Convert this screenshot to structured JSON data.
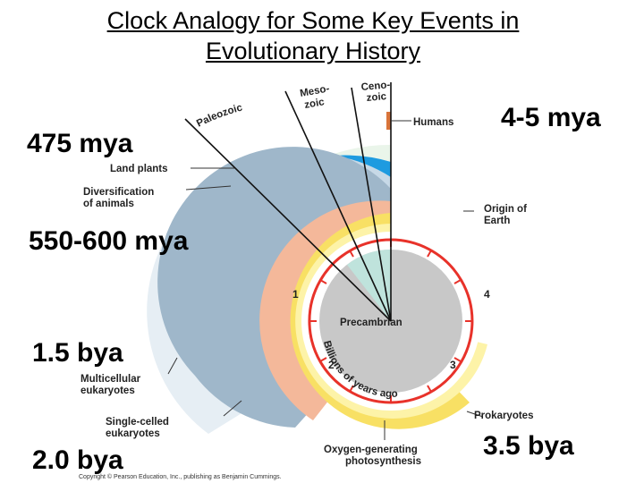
{
  "title": {
    "line1": "Clock Analogy for Some Key Events in",
    "line2": "Evolutionary History"
  },
  "callouts": {
    "mya_475": "475 mya",
    "mya_4_5": "4-5 mya",
    "mya_550_600": "550-600 mya",
    "bya_1_5": "1.5 bya",
    "bya_2_0": "2.0 bya",
    "bya_3_5": "3.5 bya"
  },
  "eras": {
    "paleozoic": "Paleozoic",
    "mesozoic_1": "Meso-",
    "mesozoic_2": "zoic",
    "cenozoic_1": "Ceno-",
    "cenozoic_2": "zoic"
  },
  "events": {
    "humans": "Humans",
    "land_plants": "Land plants",
    "animals_1": "Diversification",
    "animals_2": "of animals",
    "origin_1": "Origin of",
    "origin_2": "Earth",
    "multicellular_1": "Multicellular",
    "multicellular_2": "eukaryotes",
    "single_1": "Single-celled",
    "single_2": "eukaryotes",
    "prokaryotes": "Prokaryotes",
    "oxygen_1": "Oxygen-generating",
    "oxygen_2": "photosynthesis"
  },
  "clock": {
    "center_label": "Precambrian",
    "arc_label": "Billions of years ago",
    "n1": "1",
    "n2": "2",
    "n3": "3",
    "n4": "4"
  },
  "copyright": "Copyright © Pearson Education, Inc., publishing as Benjamin Cummings.",
  "colors": {
    "land_plants_ring": "#1e9be0",
    "animals_ring": "#c7d9e7",
    "multicellular_ring": "#9fb7ca",
    "single_celled_ring": "#f4b89a",
    "prokaryotes_ring": "#f8e064",
    "oxygen_ring": "#fdf3a8",
    "clock_rim": "#e8322a",
    "precambrian_face": "#c8c8c8",
    "green_wedge": "#bfe3dc",
    "humans_marker": "#d9743a"
  }
}
